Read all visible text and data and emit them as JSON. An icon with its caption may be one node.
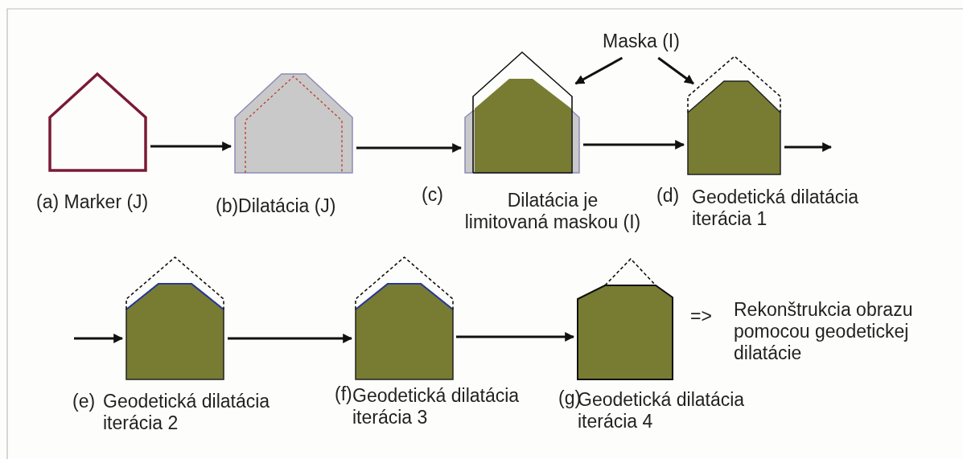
{
  "diagram": {
    "nodes": [
      {
        "text": [],
        "shape": "pentagon",
        "beside": [
          "(a) Marker (J)"
        ]
      },
      {
        "text": [],
        "shape": "pentagon",
        "beside": [
          "(b)Dilatácia (J)"
        ]
      },
      {
        "text": [],
        "shape": "pentagon",
        "beside": [
          "(c)",
          "Dilatácia je limitovaná maskou (I)"
        ]
      },
      {
        "text": [],
        "shape": "pentagon",
        "beside": [
          "(d)",
          "Geodetická dilatácia iterácia 1"
        ]
      },
      {
        "text": [],
        "shape": "pentagon",
        "beside": [
          "(e)",
          "Geodetická dilatácia iterácia 2"
        ]
      },
      {
        "text": [],
        "shape": "pentagon",
        "beside": [
          "(f)",
          "Geodetická dilatácia iterácia 3"
        ]
      },
      {
        "text": [],
        "shape": "pentagon",
        "beside": [
          "(g)",
          "Geodetická dilatácia iterácia 4"
        ]
      },
      {
        "text": [
          "Maska (I)"
        ]
      },
      {
        "text": [
          "Rekonštrukcia obrazu pomocou geodetickej dilatácie"
        ]
      }
    ],
    "edges": [
      {
        "from": 0,
        "to": 1,
        "arrow": "to"
      },
      {
        "from": 1,
        "to": 2,
        "arrow": "to"
      },
      {
        "from": 2,
        "to": 3,
        "arrow": "to"
      },
      {
        "from": 3,
        "to": null,
        "arrow": "to"
      },
      {
        "from": null,
        "to": 4,
        "arrow": "to"
      },
      {
        "from": 4,
        "to": 5,
        "arrow": "to"
      },
      {
        "from": 5,
        "to": 6,
        "arrow": "to"
      },
      {
        "from": 7,
        "to": 2,
        "arrow": "to"
      },
      {
        "from": 7,
        "to": 3,
        "arrow": "to"
      }
    ],
    "labels": [
      "=>"
    ]
  }
}
